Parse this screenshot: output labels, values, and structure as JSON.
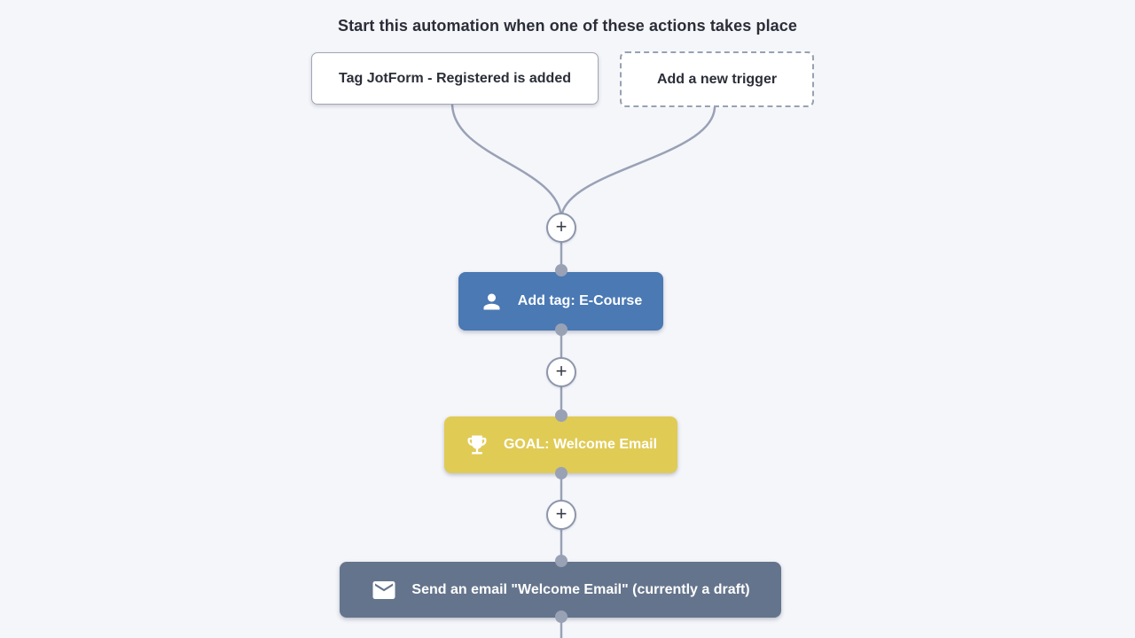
{
  "page": {
    "title": "Start this automation when one of these actions takes place"
  },
  "triggers": [
    {
      "label": "Tag JotForm - Registered is added",
      "type": "existing-trigger"
    },
    {
      "label": "Add a new trigger",
      "type": "add-trigger"
    }
  ],
  "controls": {
    "add_step_label": "+"
  },
  "nodes": [
    {
      "label": "Add tag: E-Course",
      "icon": "person-icon",
      "color": "#4a79b4",
      "type": "action"
    },
    {
      "label": "GOAL: Welcome Email",
      "icon": "trophy-icon",
      "color": "#e0cb55",
      "type": "goal"
    },
    {
      "label": "Send an email \"Welcome Email\" (currently a draft)",
      "icon": "envelope-icon",
      "color": "#64748c",
      "type": "email"
    }
  ],
  "colors": {
    "background": "#f5f6fa",
    "connector": "#99a1b5",
    "text_dark": "#2b2e38",
    "node_action": "#4a79b4",
    "node_goal": "#e0cb55",
    "node_email": "#64748c"
  }
}
